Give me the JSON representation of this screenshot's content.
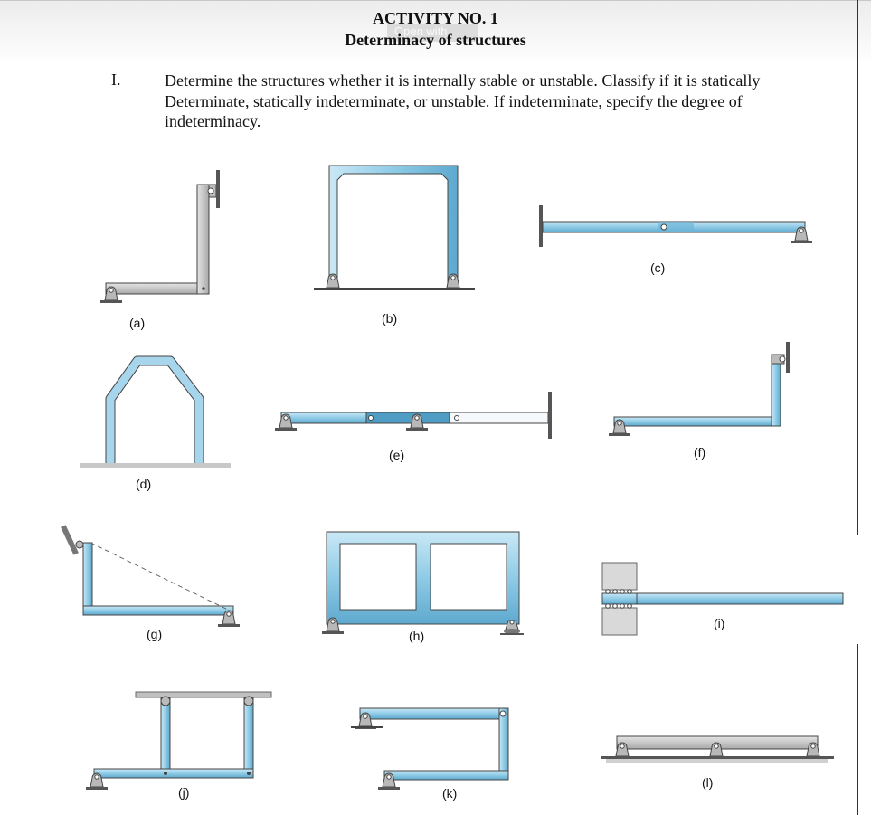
{
  "header": {
    "title_line1": "ACTIVITY NO. 1",
    "title_line2": "Determinacy of structures",
    "overlay_text": "Open with"
  },
  "section": {
    "number": "I.",
    "instructions": "Determine the structures whether it is internally stable or unstable. Classify if it is statically Determinate, statically indeterminate, or unstable. If indeterminate, specify the degree of indeterminacy."
  },
  "figures": {
    "labels": [
      "(a)",
      "(b)",
      "(c)",
      "(d)",
      "(e)",
      "(f)",
      "(g)",
      "(h)",
      "(i)",
      "(j)",
      "(k)",
      "(l)"
    ]
  },
  "colors": {
    "member_blue": "#8fcbe6",
    "member_grey": "#c4c4c4",
    "outline": "#444444"
  }
}
